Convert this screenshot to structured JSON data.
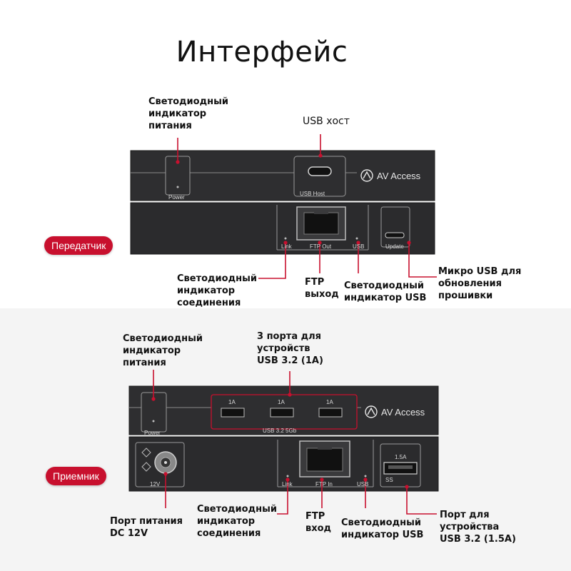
{
  "title": "Интерфейс",
  "transmitter": {
    "badge": "Передатчик",
    "callouts": {
      "power_led": "Светодиодный\nиндикатор\nпитания",
      "usb_host": "USB  хост",
      "link_led": "Светодиодный\nиндикатор\nсоединения",
      "ftp_out": "FTP\nвыход",
      "usb_led": "Светодиодный\nиндикатор USB",
      "micro_usb": "Микро USB для\nобновления\nпрошивки"
    },
    "panel": {
      "power": "Power",
      "usb_host": "USB Host",
      "brand": "AV Access",
      "link": "Link",
      "ftp_out": "FTP Out",
      "usb": "USB",
      "update": "Update"
    }
  },
  "receiver": {
    "badge": "Приемник",
    "callouts": {
      "power_led": "Светодиодный\nиндикатор\nпитания",
      "usb_ports": "3 порта для\nустройств\nUSB 3.2 (1A)",
      "power_port": "Порт питания\nDC 12V",
      "link_led": "Светодиодный\nиндикатор\nсоединения",
      "ftp_in": "FTP\nвход",
      "usb_led": "Светодиодный\nиндикатор USB",
      "usb_port": "Порт для\nустройства\nUSB 3.2 (1.5A)"
    },
    "panel": {
      "power": "Power",
      "port_1a_1": "1A",
      "port_1a_2": "1A",
      "port_1a_3": "1A",
      "usb_group": "USB 3.2 5Gb",
      "brand": "AV Access",
      "dc": "12V",
      "link": "Link",
      "ftp_in": "FTP In",
      "usb": "USB",
      "port_15a": "1.5A",
      "ss": "SS"
    }
  },
  "colors": {
    "accent": "#c8102e",
    "device": "#2b2b2d",
    "device_dark": "#1f1f21",
    "lower_background": "#f4f4f4"
  }
}
